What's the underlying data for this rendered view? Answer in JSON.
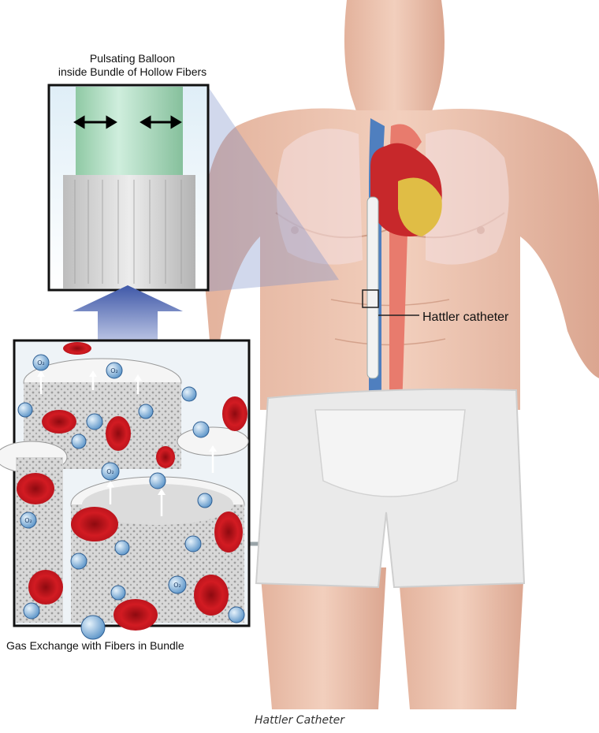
{
  "callout_top": {
    "line1": "Pulsating Balloon",
    "line2": "inside Bundle of Hollow Fibers"
  },
  "callout_side": "Hattler catheter",
  "callout_bottom": "Gas Exchange with Fibers in Bundle",
  "caption": "Hattler Catheter",
  "molecule_label": "O₂",
  "colors": {
    "skin": "#eec5b0",
    "blood_cell": "#c8141a",
    "oxygen": "#6fa7d9",
    "fiber": "#c9c9c9",
    "balloon": "#a9d8b6",
    "arrow_blue": "#5a6fb3",
    "shorts": "#eaeaea"
  }
}
